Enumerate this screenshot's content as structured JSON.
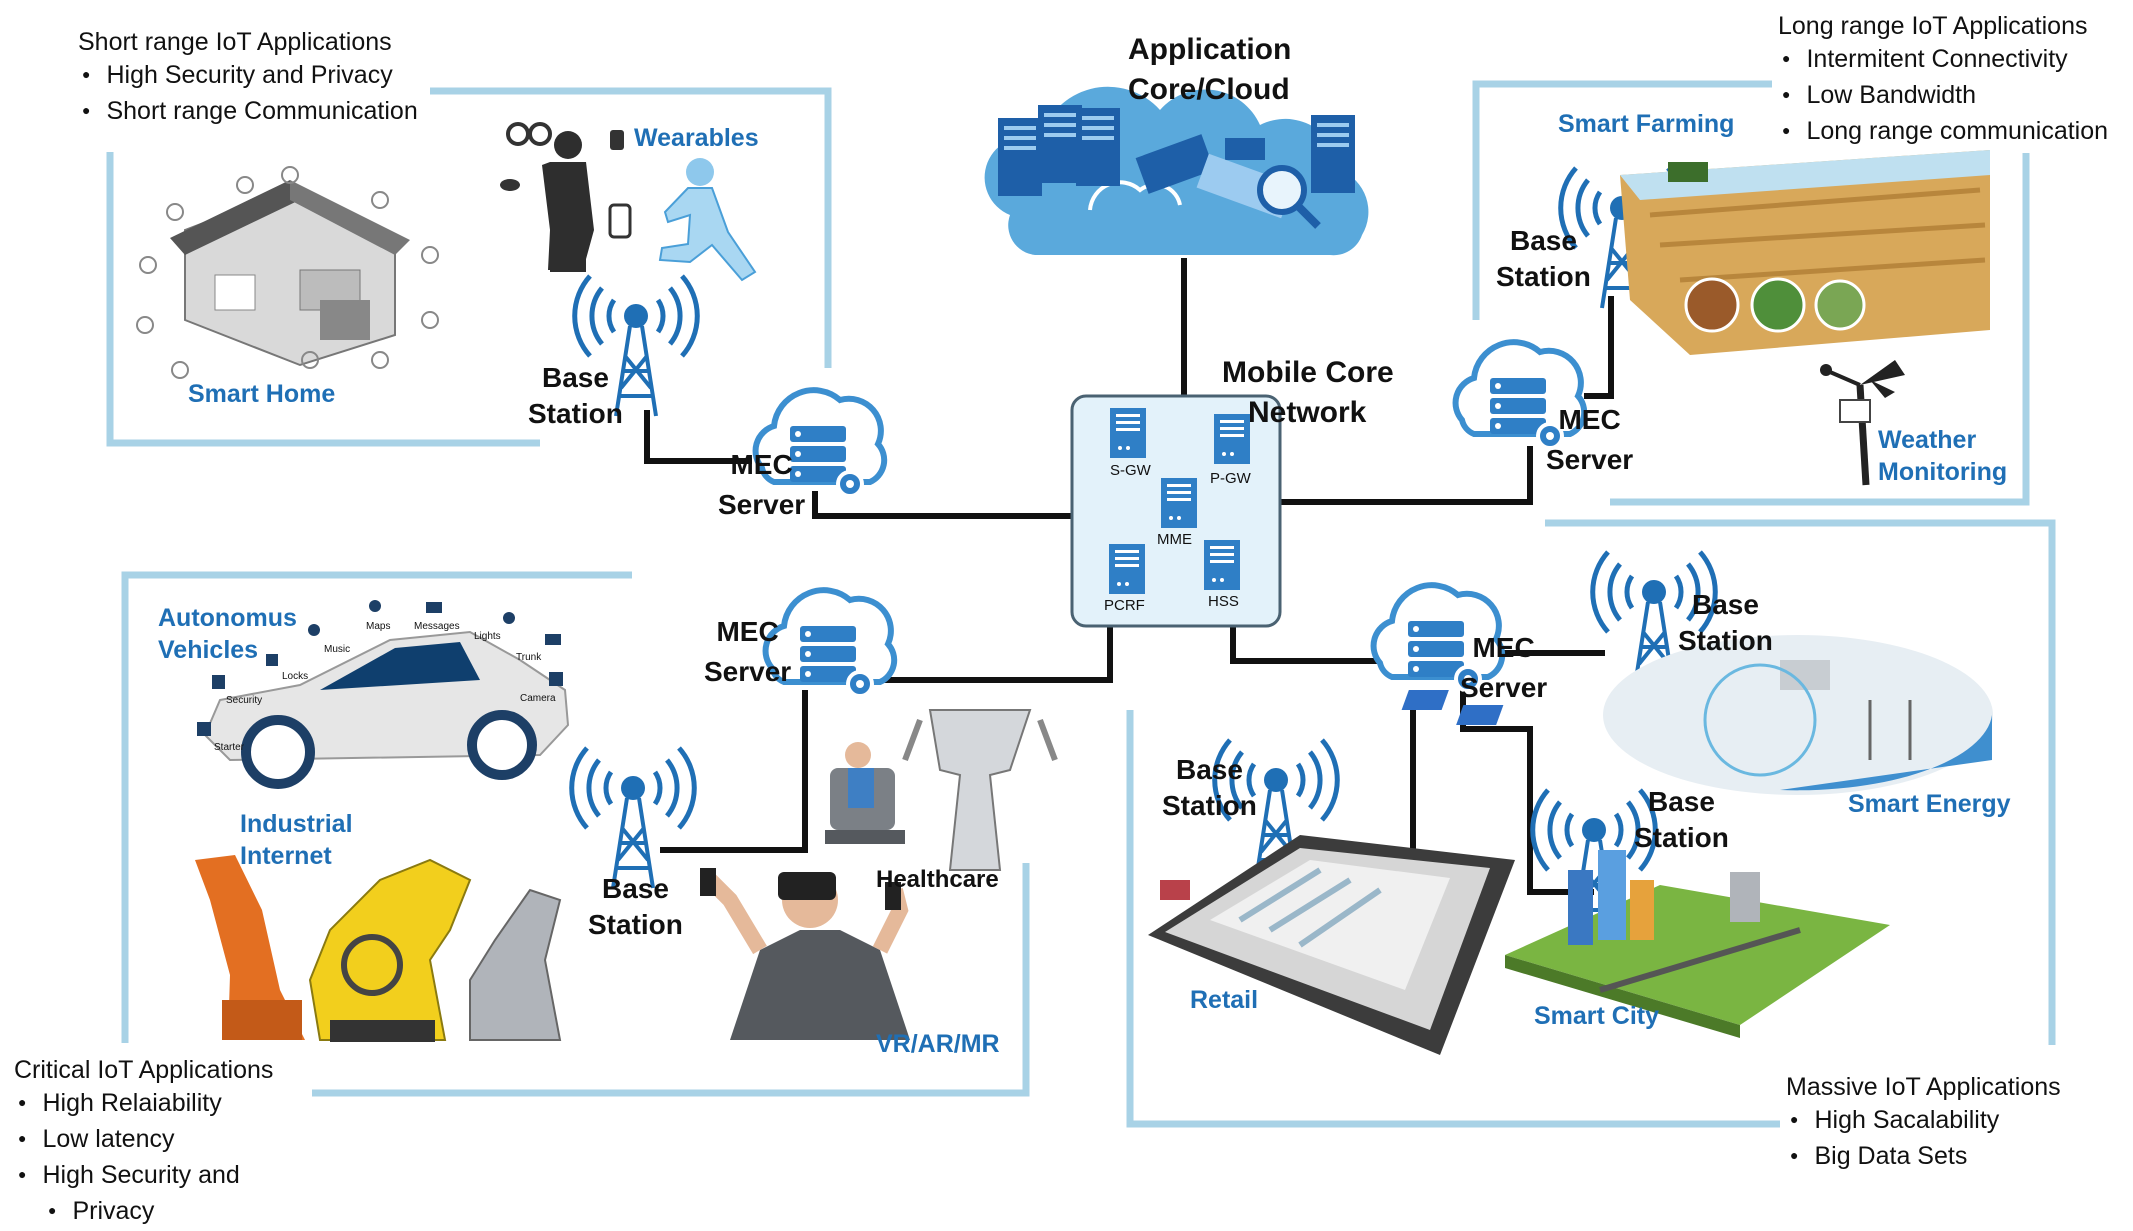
{
  "cloud": {
    "line1": "Application",
    "line2": "Core/Cloud"
  },
  "core": {
    "line1": "Mobile Core",
    "line2": "Network",
    "nodes": [
      "S-GW",
      "P-GW",
      "MME",
      "PCRF",
      "HSS"
    ]
  },
  "notes": {
    "short_range": {
      "title": "Short range IoT Applications",
      "items": [
        "High Security and Privacy",
        "Short range Communication"
      ]
    },
    "long_range": {
      "title": "Long  range IoT Applications",
      "items": [
        "Intermitent Connectivity",
        "Low Bandwidth",
        "Long range communication"
      ]
    },
    "critical": {
      "title": "Critical IoT Applications",
      "items": [
        "High Relaiability",
        "Low latency",
        "High Security and",
        "Privacy"
      ]
    },
    "massive": {
      "title": "Massive IoT Applications",
      "items": [
        "High Sacalability",
        "Big Data Sets"
      ]
    }
  },
  "labels": {
    "smart_home": "Smart Home",
    "wearables": "Wearables",
    "smart_farming": "Smart Farming",
    "weather_line1": "Weather",
    "weather_line2": "Monitoring",
    "autonomous_line1": "Autonomus",
    "autonomous_line2": "Vehicles",
    "industrial_line1": "Industrial",
    "industrial_line2": "Internet",
    "healthcare": "Healthcare",
    "vr": "VR/AR/MR",
    "retail": "Retail",
    "smart_city": "Smart City",
    "smart_energy": "Smart Energy"
  },
  "components": {
    "base_line1": "Base",
    "base_line2": "Station",
    "mec_line1": "MEC",
    "mec_line2": "Server"
  },
  "car_features": [
    "Maps",
    "Messages",
    "Music",
    "Lights",
    "Locks",
    "Trunk",
    "Security",
    "Camera",
    "Starter"
  ],
  "colors": {
    "accent_blue": "#1f6fb5",
    "frame": "#a8d2e6",
    "line": "#111111",
    "cloud": "#5aa9dc"
  }
}
